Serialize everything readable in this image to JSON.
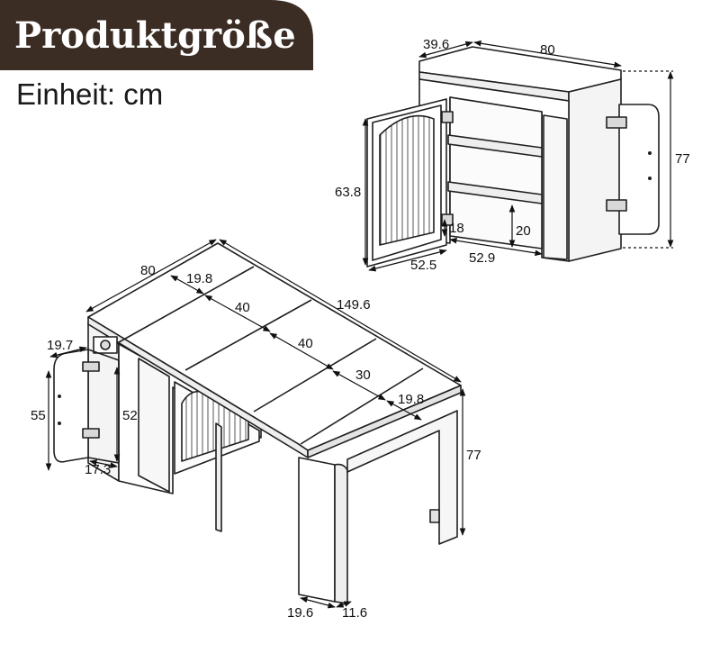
{
  "header": {
    "title": "Produktgröße",
    "unit_label": "Einheit: cm"
  },
  "colors": {
    "banner_bg": "#3b2c24",
    "banner_text": "#ffffff",
    "line": "#1f1f1f",
    "panel_fill": "#ffffff",
    "shade": "#e9e9e9"
  },
  "cabinet": {
    "depth": "39.6",
    "width": "80",
    "height": "77",
    "door_height": "63.8",
    "hinge_gap": "18",
    "shelf_clearance": "20",
    "door_width": "52.5",
    "inner_width": "52.9"
  },
  "table": {
    "depth": "80",
    "leaf_a": "19.8",
    "length": "149.6",
    "section_1": "40",
    "section_2": "40",
    "section_3": "30",
    "leaf_b": "19.8",
    "height": "77",
    "leg_depth": "19.6",
    "leg_width": "11.6"
  },
  "side_door": {
    "depth": "19.7",
    "outer_height": "55",
    "inner_height": "52",
    "width": "17.3"
  }
}
